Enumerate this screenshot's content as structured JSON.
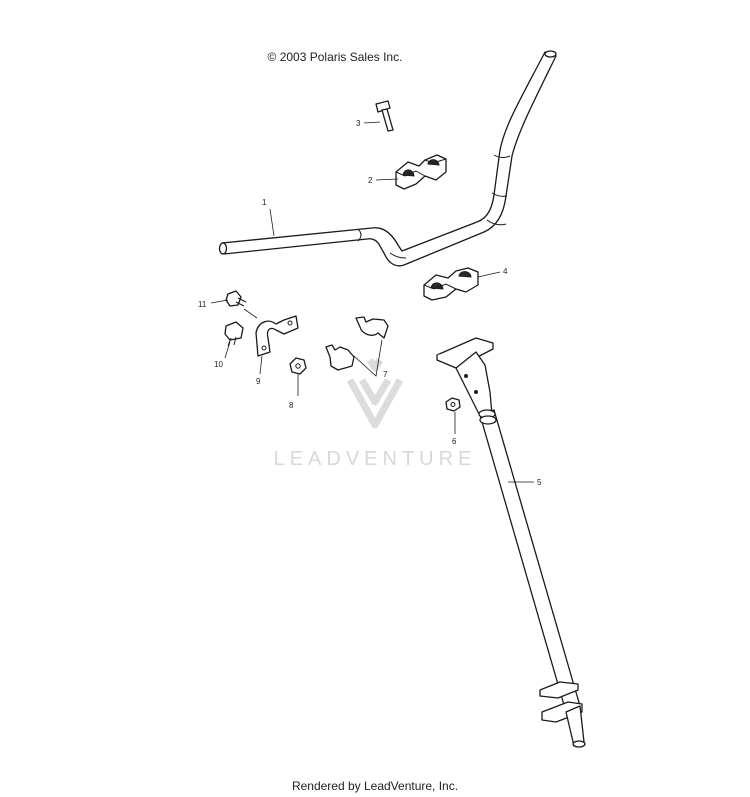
{
  "header": {
    "copyright": "© 2003 Polaris Sales Inc."
  },
  "footer": {
    "rendered_by": "Rendered by LeadVenture, Inc."
  },
  "watermark": {
    "text": "LEADVENTURE"
  },
  "callouts": {
    "c1": "1",
    "c2": "2",
    "c3": "3",
    "c4": "4",
    "c5": "5",
    "c6": "6",
    "c7": "7",
    "c8": "8",
    "c9": "9",
    "c10": "10",
    "c11": "11"
  },
  "icons": {
    "handlebar": "handlebar-icon",
    "upper_clamp": "upper-clamp-icon",
    "lower_clamp": "lower-clamp-icon",
    "bolt": "bolt-icon",
    "steering_post": "steering-post-icon",
    "nut": "nut-icon",
    "bushing": "bushing-icon",
    "bracket": "bracket-icon",
    "screw": "screw-icon",
    "fitting": "fitting-icon",
    "watermark_logo": "leadventure-logo-icon"
  },
  "colors": {
    "line": "#1a1a1a",
    "watermark": "#d8d8d8",
    "background": "#ffffff"
  }
}
